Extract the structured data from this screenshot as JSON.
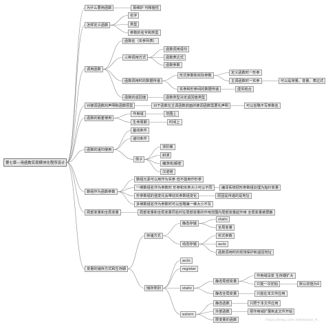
{
  "root": "第七章—用函数实现模块化程序设计",
  "nodes": {
    "why": "为什么要用函数",
    "why_1": "易维护 可移植性",
    "define": "怎样定义函数",
    "define_1": "名字",
    "define_2": "类型",
    "define_3": "参数的名字和类型",
    "call": "调用函数",
    "call_real": "函数名（实参列表）",
    "call_way": "三种调用方式",
    "call_way_1": "函数调用语句",
    "call_way_2": "函数表达式",
    "call_way_3": "函数参数",
    "data": "函数调用时的数据传递",
    "data_1": "形式参数和实际参数",
    "data_1a": "定义函数时一形参",
    "data_1b": "主调函数时一实参",
    "data_1b_x": "可以是常量、变量、表达式",
    "data_2": "实参和形参间的数据传递",
    "data_2a": "虚实结合",
    "ret": "函数的返回值",
    "ret_1": "函数类型决定返回值类型",
    "decl": "对被调函数的声明和函数原型",
    "decl_1": "对于函数在主调函数前面的被调函数需要先声明",
    "decl_1a": "可以省略不写参数名",
    "nest": "函数的嵌套使用",
    "nest_1": "作用域",
    "nest_1a": "范围上",
    "nest_2": "生命周期",
    "nest_2a": "时间上",
    "rec": "函数的递归使用",
    "rec_1": "基线条件",
    "rec_2": "递归条件",
    "rec_3": "例子",
    "rec_3a": "求阶乘",
    "rec_3b": "斜波",
    "rec_3c": "编游戏/解密",
    "rec_3d": "汉诺塔",
    "arr": "数组作为函数参数",
    "arr_1": "数组元素可以用作为实参 但不能用作形参",
    "arr_2": "一维数组名作为参数时 形参和实参大小可以不同",
    "arr_2a": "编译系统把形参数组处理为指针变量",
    "arr_3": "形参数组的值变化会带动实参数组变化",
    "arr_3a": "原因是传递的是地址",
    "arr_4": "多维数组名作为参数时可以省略第一维大小不写",
    "scope": "局部变量和全局变量",
    "scope_1": "局部变量和全局变量同名时在局部变量的作用范围内局部变量起作用 全局变量被屏蔽",
    "store": "变量的储存方式和生存期",
    "store_way": "存储方式",
    "static_s": "静态存储",
    "static_1": "static",
    "static_2": "全局变量",
    "dyn_s": "动态存储",
    "dyn_1": "形式参数",
    "dyn_2": "auto",
    "dyn_3": "函数调用时的现场保护和返回地址",
    "cls": "储存类别",
    "cls_auto": "auto",
    "cls_reg": "register",
    "cls_static": "static",
    "st_local": "静态局部变量",
    "st_local_1": "作用域没变 生存期扩大",
    "st_local_2": "只能一次初始",
    "st_local_2a": "默认初值为0",
    "st_global": "静态全局变量",
    "st_global_1": "只能在本文件应用",
    "cls_extern": "extern",
    "ex_1": "静态函数",
    "ex_1a": "只限于本文件应用",
    "ex_2": "外部函数",
    "ex_2a": "把作用域扩展到此文件开始",
    "ex_3": "限变量的函数"
  },
  "watermark": "https://blog.csdn.net/weixin_4..."
}
